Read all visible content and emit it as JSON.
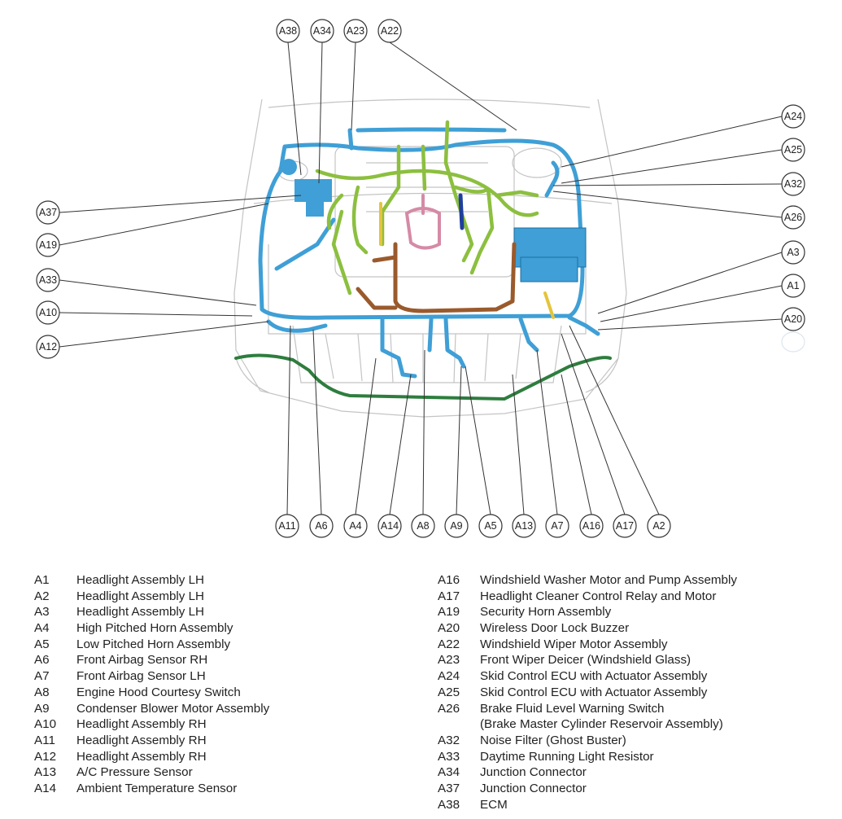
{
  "callouts": [
    "A38",
    "A34",
    "A23",
    "A22",
    "A24",
    "A25",
    "A32",
    "A26",
    "A3",
    "A1",
    "A20",
    "A37",
    "A19",
    "A33",
    "A10",
    "A12",
    "A11",
    "A6",
    "A4",
    "A14",
    "A8",
    "A9",
    "A5",
    "A13",
    "A7",
    "A16",
    "A17",
    "A2"
  ],
  "colors": {
    "harness_blue": "#3f9fd6",
    "harness_green": "#8cbf3f",
    "harness_brown": "#9a5a2c",
    "harness_dark_green": "#2e7d3e",
    "harness_navy": "#1f3f9a",
    "harness_pink": "#d58aa6",
    "harness_yellow": "#e4c43c",
    "outline": "#bdbdbd"
  },
  "legend_left": [
    {
      "code": "A1",
      "desc": "Headlight Assembly LH"
    },
    {
      "code": "A2",
      "desc": "Headlight Assembly LH"
    },
    {
      "code": "A3",
      "desc": "Headlight Assembly LH"
    },
    {
      "code": "A4",
      "desc": "High Pitched Horn Assembly"
    },
    {
      "code": "A5",
      "desc": "Low Pitched Horn Assembly"
    },
    {
      "code": "A6",
      "desc": "Front Airbag Sensor RH"
    },
    {
      "code": "A7",
      "desc": "Front Airbag Sensor LH"
    },
    {
      "code": "A8",
      "desc": "Engine Hood Courtesy Switch"
    },
    {
      "code": "A9",
      "desc": "Condenser Blower Motor Assembly"
    },
    {
      "code": "A10",
      "desc": "Headlight Assembly RH"
    },
    {
      "code": "A11",
      "desc": "Headlight Assembly RH"
    },
    {
      "code": "A12",
      "desc": "Headlight Assembly RH"
    },
    {
      "code": "A13",
      "desc": "A/C Pressure Sensor"
    },
    {
      "code": "A14",
      "desc": "Ambient Temperature Sensor"
    }
  ],
  "legend_right": [
    {
      "code": "A16",
      "desc": "Windshield Washer Motor and Pump Assembly"
    },
    {
      "code": "A17",
      "desc": "Headlight Cleaner Control Relay and Motor"
    },
    {
      "code": "A19",
      "desc": "Security Horn Assembly"
    },
    {
      "code": "A20",
      "desc": "Wireless Door Lock Buzzer"
    },
    {
      "code": "A22",
      "desc": "Windshield Wiper Motor Assembly"
    },
    {
      "code": "A23",
      "desc": "Front Wiper Deicer (Windshield Glass)"
    },
    {
      "code": "A24",
      "desc": "Skid Control ECU with Actuator Assembly"
    },
    {
      "code": "A25",
      "desc": "Skid Control ECU with Actuator Assembly"
    },
    {
      "code": "A26",
      "desc": "Brake Fluid Level Warning Switch"
    },
    {
      "code": "",
      "desc": "(Brake Master Cylinder Reservoir Assembly)"
    },
    {
      "code": "A32",
      "desc": "Noise Filter (Ghost Buster)"
    },
    {
      "code": "A33",
      "desc": "Daytime Running Light Resistor"
    },
    {
      "code": "A34",
      "desc": "Junction Connector"
    },
    {
      "code": "A37",
      "desc": "Junction Connector"
    },
    {
      "code": "A38",
      "desc": "ECM"
    }
  ]
}
